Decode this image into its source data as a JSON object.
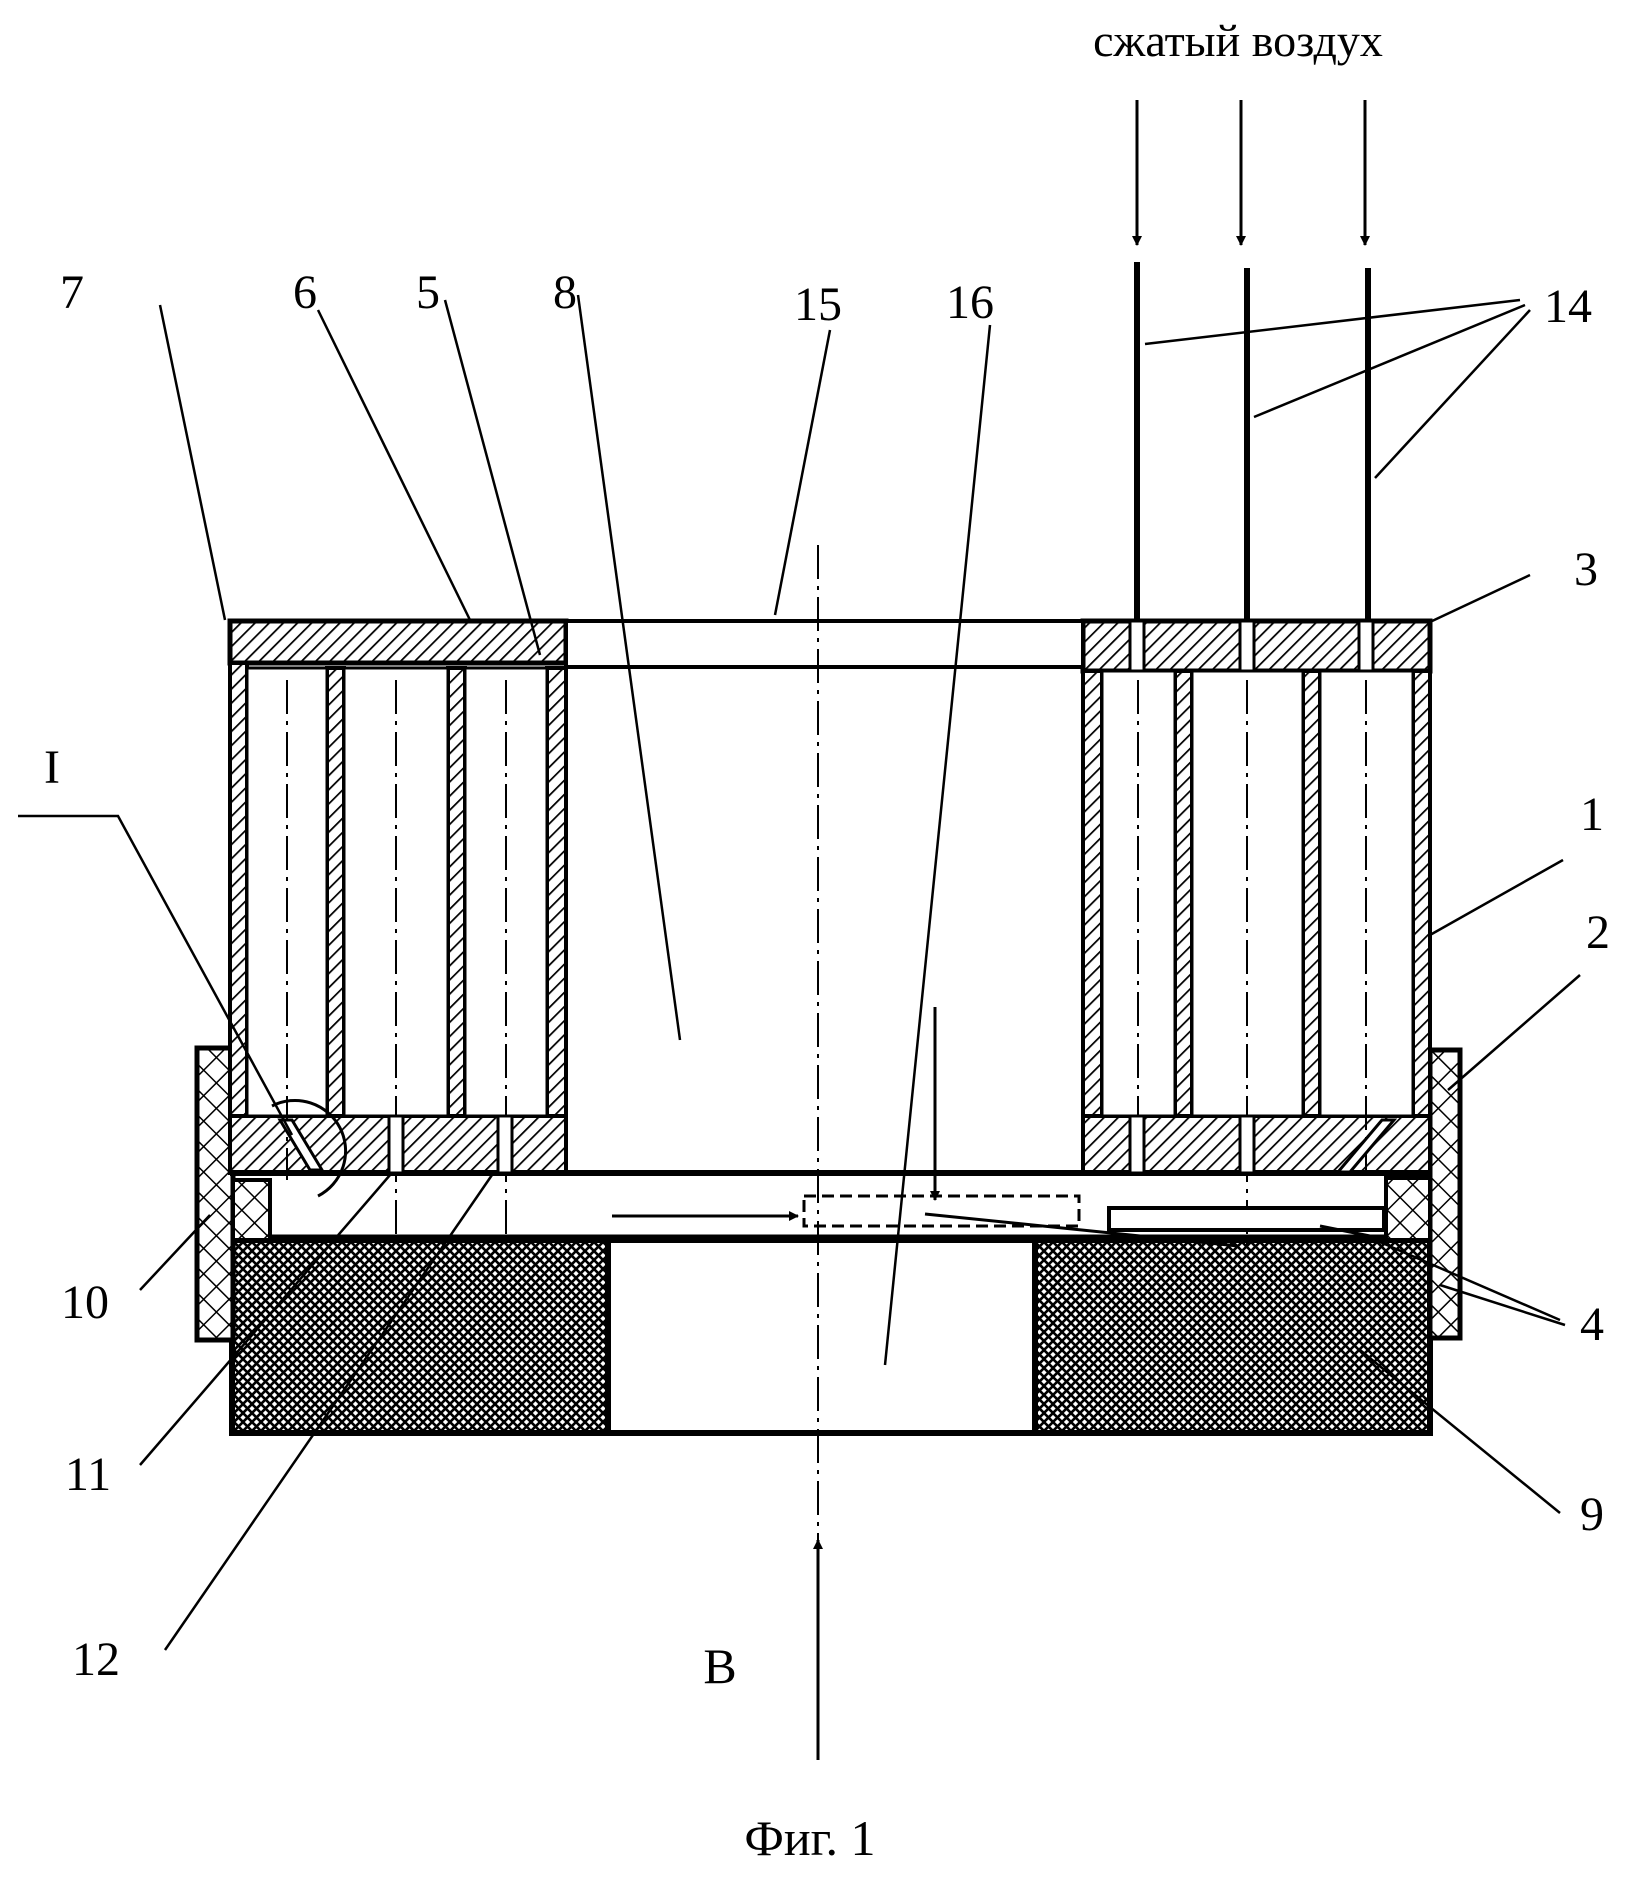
{
  "header": {
    "air_label": "сжатый воздух"
  },
  "caption": "Фиг. 1",
  "view_label": "B",
  "detail_label": "I",
  "part_numbers": {
    "n1": "1",
    "n2": "2",
    "n3": "3",
    "n4": "4",
    "n5": "5",
    "n6": "6",
    "n7": "7",
    "n8": "8",
    "n9": "9",
    "n10": "10",
    "n11": "11",
    "n12": "12",
    "n14": "14",
    "n15": "15",
    "n16": "16"
  },
  "colors": {
    "ink": "#000000",
    "paper": "#ffffff"
  }
}
